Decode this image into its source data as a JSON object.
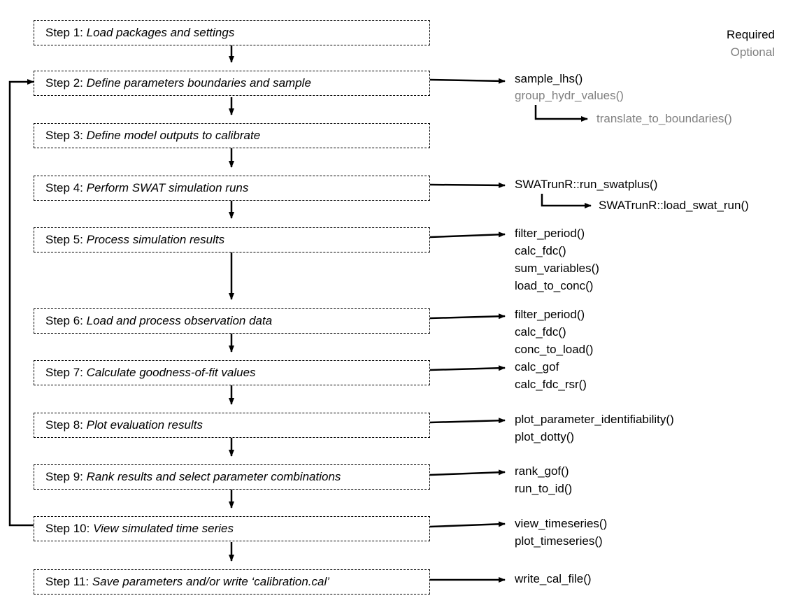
{
  "legend": {
    "required": "Required",
    "optional": "Optional"
  },
  "steps": [
    {
      "prefix": "Step 1: ",
      "desc": "Load packages and settings"
    },
    {
      "prefix": "Step 2: ",
      "desc": "Define parameters boundaries and sample"
    },
    {
      "prefix": "Step 3: ",
      "desc": "Define model outputs to calibrate"
    },
    {
      "prefix": "Step 4: ",
      "desc": "Perform SWAT simulation runs"
    },
    {
      "prefix": "Step 5: ",
      "desc": "Process simulation results"
    },
    {
      "prefix": "Step 6: ",
      "desc": "Load and process observation data"
    },
    {
      "prefix": "Step 7: ",
      "desc": "Calculate goodness-of-fit values"
    },
    {
      "prefix": "Step 8: ",
      "desc": "Plot evaluation results"
    },
    {
      "prefix": "Step 9: ",
      "desc": "Rank results and select parameter combinations"
    },
    {
      "prefix": "Step 10: ",
      "desc": "View simulated time series"
    },
    {
      "prefix": "Step 11: ",
      "desc": "Save parameters and/or write ‘calibration.cal’"
    }
  ],
  "functions": {
    "step2": [
      "sample_lhs()",
      "group_hydr_values()",
      "translate_to_boundaries()"
    ],
    "step4": [
      "SWATrunR::run_swatplus()",
      "SWATrunR::load_swat_run()"
    ],
    "step5": [
      "filter_period()",
      "calc_fdc()",
      "sum_variables()",
      "load_to_conc()"
    ],
    "step6": [
      "filter_period()",
      "calc_fdc()",
      "conc_to_load()"
    ],
    "step7": [
      "calc_gof",
      "calc_fdc_rsr()"
    ],
    "step8": [
      "plot_parameter_identifiability()",
      "plot_dotty()"
    ],
    "step9": [
      "rank_gof()",
      "run_to_id()"
    ],
    "step10": [
      "view_timeseries()",
      "plot_timeseries()"
    ],
    "step11": [
      "write_cal_file()"
    ]
  },
  "colors": {
    "required": "#000000",
    "optional": "#808080"
  }
}
